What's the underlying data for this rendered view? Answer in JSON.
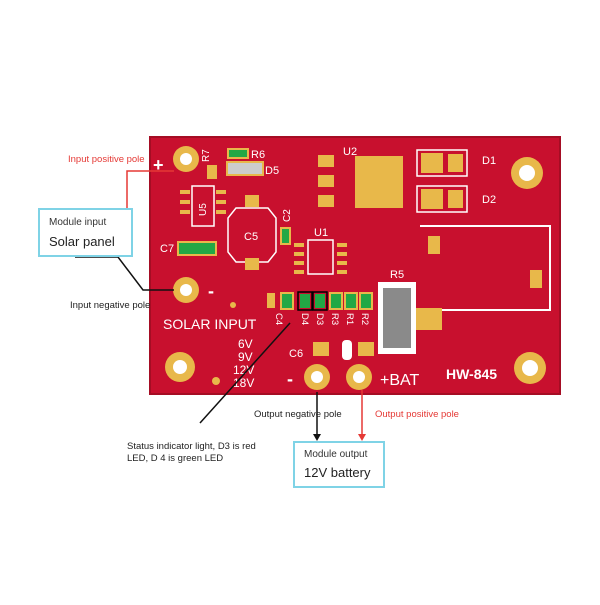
{
  "colors": {
    "board": "#c8102e",
    "board_edge": "#a50d24",
    "pad_gold": "#e8b84a",
    "silk": "#ffffff",
    "callout_border": "#7fd3e6",
    "label_red": "#e53935",
    "label_dark": "#222222",
    "led_green": "#22a845"
  },
  "board": {
    "model": "HW-845",
    "solar_input": "SOLAR INPUT",
    "bat_label": "+BAT",
    "minus": "-",
    "plus": "+",
    "voltages": [
      "6V",
      "9V",
      "12V",
      "18V"
    ],
    "ref": {
      "r7": "R7",
      "r6": "R6",
      "d5": "D5",
      "u5": "U5",
      "c2": "C2",
      "c5": "C5",
      "c7": "C7",
      "u1": "U1",
      "u2": "U2",
      "d1": "D1",
      "d2": "D2",
      "r5": "R5",
      "c6": "C6",
      "c4": "C4",
      "d4": "D4",
      "d3": "D3",
      "r3": "R3",
      "r1": "R1",
      "r2": "R2"
    }
  },
  "annotations": {
    "input_positive": "Input positive pole",
    "input_negative": "Input negative pole",
    "output_negative": "Output negative pole",
    "output_positive": "Output positive pole",
    "status_note": "Status indicator light, D3 is red LED, D 4 is green LED",
    "module_input": {
      "title": "Module input",
      "value": "Solar panel"
    },
    "module_output": {
      "title": "Module output",
      "value": "12V battery"
    }
  }
}
